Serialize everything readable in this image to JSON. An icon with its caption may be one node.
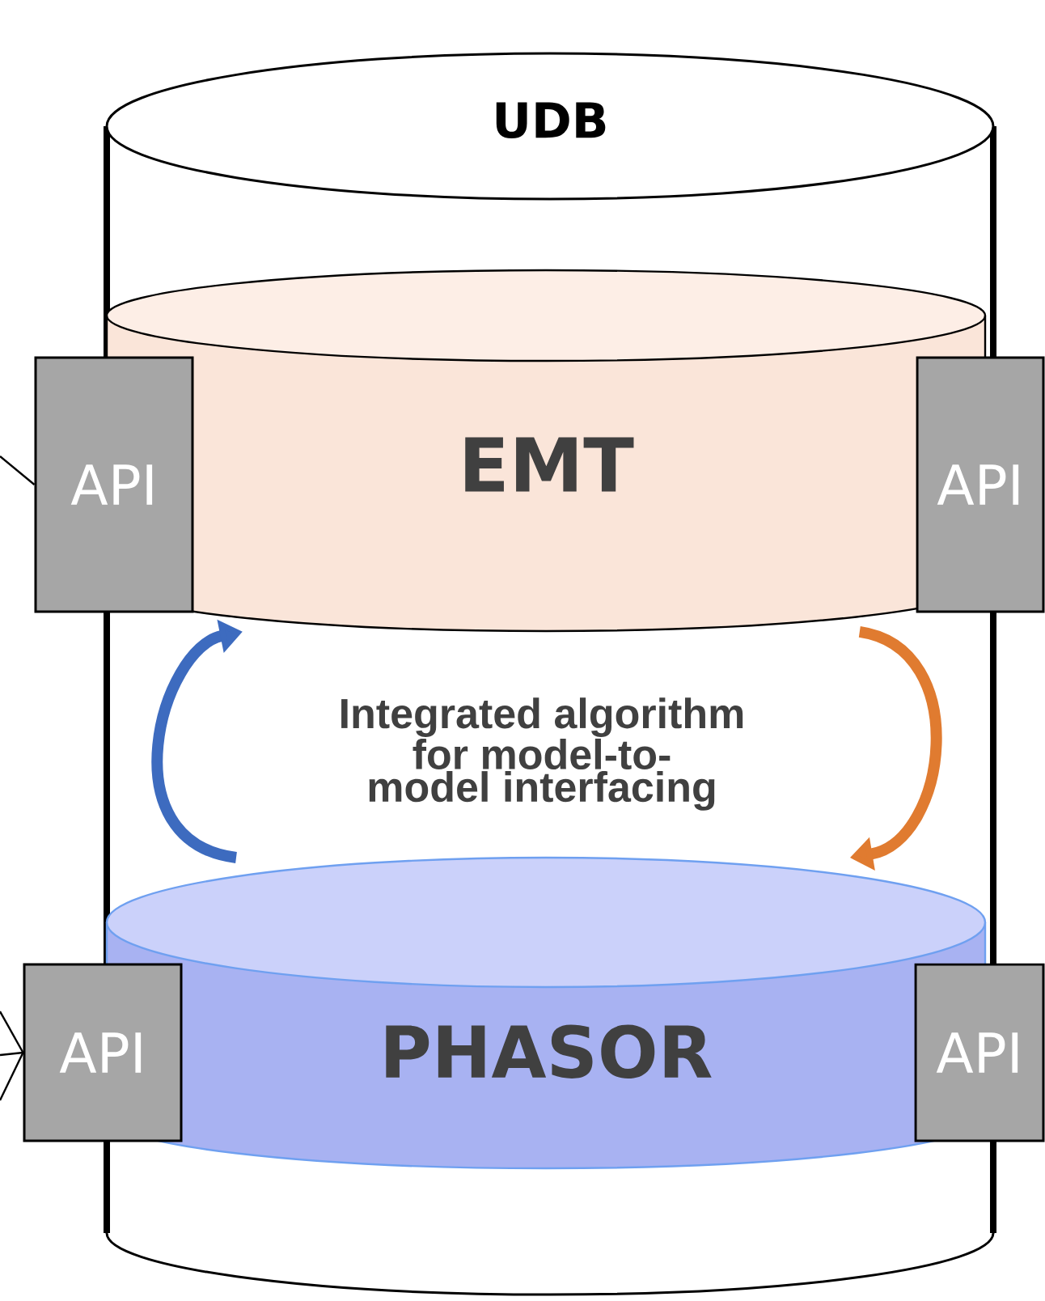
{
  "diagram": {
    "nodes": [
      {
        "text": [
          "UDB"
        ]
      },
      {
        "text": [
          "EMT"
        ],
        "in": 0
      },
      {
        "text": [
          "PHASOR"
        ],
        "in": 0
      },
      {
        "text": [
          "API"
        ]
      },
      {
        "text": [
          "API"
        ]
      },
      {
        "text": [
          "API"
        ]
      },
      {
        "text": [
          "API"
        ]
      }
    ],
    "edges": [
      {
        "from": 2,
        "to": 1,
        "arrow": "to",
        "style": "thick",
        "color": "#3d6bbf"
      },
      {
        "from": 1,
        "to": 2,
        "arrow": "to",
        "style": "thick",
        "color": "#e07b30"
      },
      {
        "from": null,
        "to": 3,
        "arrow": "none"
      },
      {
        "from": null,
        "to": 5,
        "arrow": "none"
      },
      {
        "from": null,
        "to": 5,
        "arrow": "none"
      },
      {
        "from": null,
        "to": 5,
        "arrow": "none"
      }
    ],
    "labels": [
      "Integrated algorithm for model-to-model interfacing"
    ]
  }
}
